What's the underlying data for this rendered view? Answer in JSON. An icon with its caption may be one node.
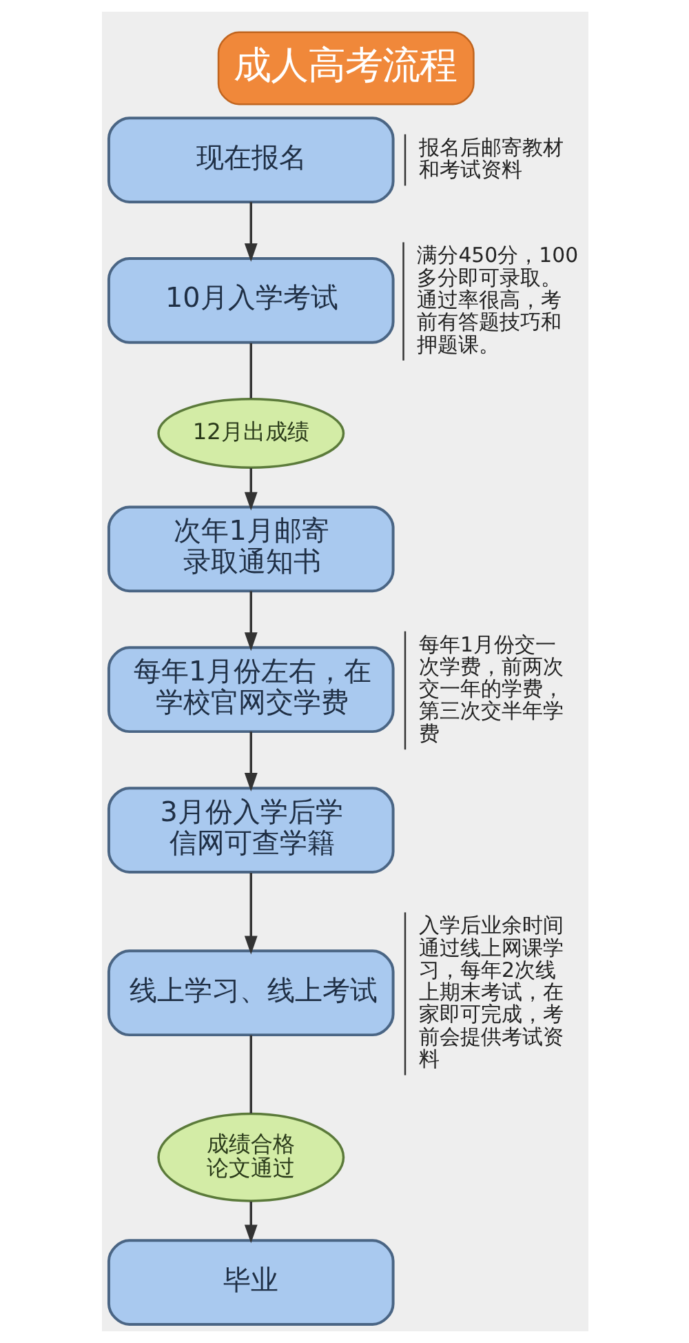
{
  "diagram": {
    "title": "成人高考流程",
    "nodes": [
      {
        "text": [
          "现在报名"
        ],
        "beside": [
          "报名后邮寄教材和考试资料"
        ]
      },
      {
        "text": [
          "10月入学考试"
        ],
        "beside": [
          "满分450分，100多分即可录取。通过率很高，考前有答题技巧和押题课。"
        ]
      },
      {
        "text": [
          "12月出成绩"
        ]
      },
      {
        "text": [
          "次年1月邮寄录取通知书"
        ]
      },
      {
        "text": [
          "每年1月份左右，在学校官网交学费"
        ],
        "beside": [
          "每年1月份交一次学费，前两次交一年的学费，第三次交半年学费"
        ]
      },
      {
        "text": [
          "3月份入学后学信网可查学籍"
        ]
      },
      {
        "text": [
          "线上学习、线上考试"
        ],
        "beside": [
          "入学后业余时间通过线上网课学习，每年2次线上期末考试，在家即可完成，考前会提供考试资料"
        ]
      },
      {
        "text": [
          "成绩合格论文通过"
        ]
      },
      {
        "text": [
          "毕业"
        ]
      }
    ],
    "edges": [
      {
        "from": 0,
        "to": 1,
        "arrow": "to"
      },
      {
        "from": 1,
        "to": 2,
        "arrow": "none"
      },
      {
        "from": 2,
        "to": 3,
        "arrow": "to"
      },
      {
        "from": 3,
        "to": 4,
        "arrow": "to"
      },
      {
        "from": 4,
        "to": 5,
        "arrow": "to"
      },
      {
        "from": 5,
        "to": 6,
        "arrow": "to"
      },
      {
        "from": 6,
        "to": 7,
        "arrow": "none"
      },
      {
        "from": 7,
        "to": 8,
        "arrow": "to"
      }
    ]
  }
}
